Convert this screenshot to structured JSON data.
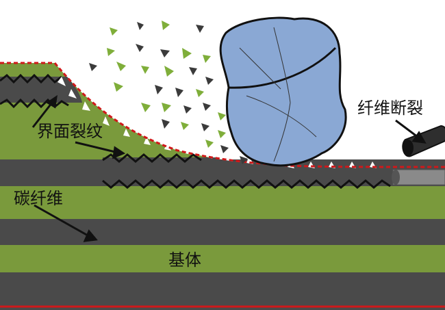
{
  "labels": {
    "interface_crack": "界面裂纹",
    "carbon_fiber": "碳纤维",
    "fiber_fracture": "纤维断裂",
    "matrix": "基体"
  },
  "colors": {
    "matrix_green": "#7a9a3c",
    "fiber_gray": "#4a4a4a",
    "wear_line_red": "#d0181a",
    "particle_blue": "#8aa8d4",
    "debris_green": "#7fae3a",
    "debris_dark": "#3b3b3b"
  }
}
